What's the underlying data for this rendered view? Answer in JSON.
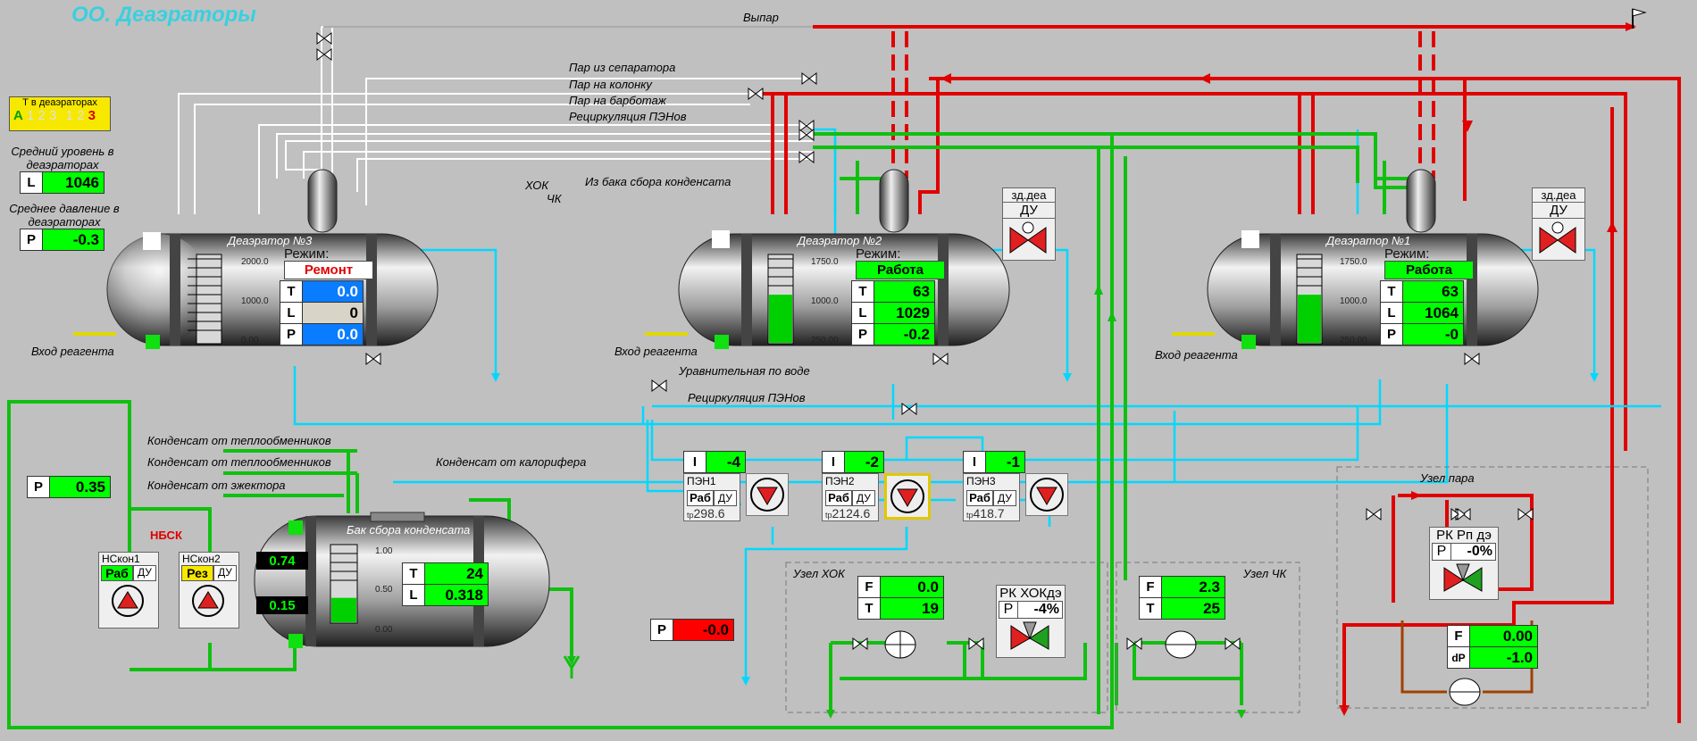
{
  "title": "ОО. Деаэраторы",
  "colors": {
    "steam": "#e00000",
    "water": "#00d8ff",
    "condensate": "#10c010",
    "value_ok": "#00ff00",
    "value_blue": "#0a7cff",
    "alarm": "#ff0000"
  },
  "legend": {
    "title": "Т в деаэраторах",
    "a": "А",
    "nums1": "1 2 3",
    "nums2": "1 2",
    "num3": "3"
  },
  "avg_level": {
    "caption": "Средний уровень в деаэраторах",
    "key": "L",
    "value": "1046"
  },
  "avg_pressure": {
    "caption": "Среднее давление в деаэраторах",
    "key": "P",
    "value": "-0.3"
  },
  "header_lines": {
    "vypar": "Выпар",
    "steam_sep": "Пар из сепаратора",
    "steam_col": "Пар на колонку",
    "steam_barb": "Пар на барботаж",
    "recirc": "Рециркуляция ПЭНов",
    "hok": "ХОК",
    "chk": "ЧК",
    "from_tank": "Из  бака сбора конденсата"
  },
  "deaerators": [
    {
      "name": "Деаэратор №3",
      "mode_label": "Режим:",
      "mode": "Ремонт",
      "scale": [
        "2000.0",
        "1000.0",
        "0.00"
      ],
      "level": 0.0,
      "T": "0.0",
      "L": "0",
      "P": "0.0",
      "reagent": "Вход реагента"
    },
    {
      "name": "Деаэратор №2",
      "mode_label": "Режим:",
      "mode": "Работа",
      "scale": [
        "1750.0",
        "1000.0",
        "250.00"
      ],
      "level": 0.55,
      "T": "63",
      "L": "1029",
      "P": "-0.2",
      "reagent": "Вход реагента",
      "du_title": "зд.деа",
      "du": "ДУ"
    },
    {
      "name": "Деаэратор №1",
      "mode_label": "Режим:",
      "mode": "Работа",
      "scale": [
        "1750.0",
        "1000.0",
        "250.00"
      ],
      "level": 0.55,
      "T": "63",
      "L": "1064",
      "P": "-0",
      "reagent": "Вход реагента",
      "du_title": "зд.деа",
      "du": "ДУ"
    }
  ],
  "mid_lines": {
    "equalizing": "Уравнительная по воде",
    "recirc2": "Рециркуляция ПЭНов"
  },
  "pumps": [
    {
      "name": "ПЭН1",
      "I": "-4",
      "state": "Раб",
      "du": "ДУ",
      "tp_label": "tp",
      "tp": "298.6"
    },
    {
      "name": "ПЭН2",
      "I": "-2",
      "state": "Раб",
      "du": "ДУ",
      "tp_label": "tp",
      "tp": "2124.6"
    },
    {
      "name": "ПЭН3",
      "I": "-1",
      "state": "Раб",
      "du": "ДУ",
      "tp_label": "tp",
      "tp": "418.7"
    }
  ],
  "condensate": {
    "from_hx1": "Конденсат от теплообменников",
    "from_hx2": "Конденсат от теплообменников",
    "from_ejector": "Конденсат от эжектора",
    "from_heater": "Конденсат от калорифера",
    "nbsk": "НБСК",
    "P": "0.35",
    "tank_name": "Бак сбора конденсата",
    "tank_scale": [
      "1.00",
      "0.50",
      "0.00"
    ],
    "tank_level": 0.318,
    "lvl_top": "0.74",
    "lvl_bottom": "0.15",
    "T": "24",
    "L": "0.318",
    "pumps": [
      {
        "name": "НСкон1",
        "state": "Раб",
        "du": "ДУ"
      },
      {
        "name": "НСкон2",
        "state": "Рез",
        "du": "ДУ"
      }
    ]
  },
  "alarm_p": {
    "key": "P",
    "value": "-0.0"
  },
  "hok_node": {
    "title": "Узел ХОК",
    "F": "0.0",
    "T": "19",
    "rk_name": "РК ХОКдэ",
    "rk_key": "P",
    "rk_value": "-4%"
  },
  "chk_node": {
    "title": "Узел ЧК",
    "F": "2.3",
    "T": "25"
  },
  "steam_node": {
    "title": "Узел пара",
    "rk_name": "РК Рп дэ",
    "rk_key": "P",
    "rk_value": "-0%",
    "F": "0.00",
    "dP": "-1.0"
  }
}
